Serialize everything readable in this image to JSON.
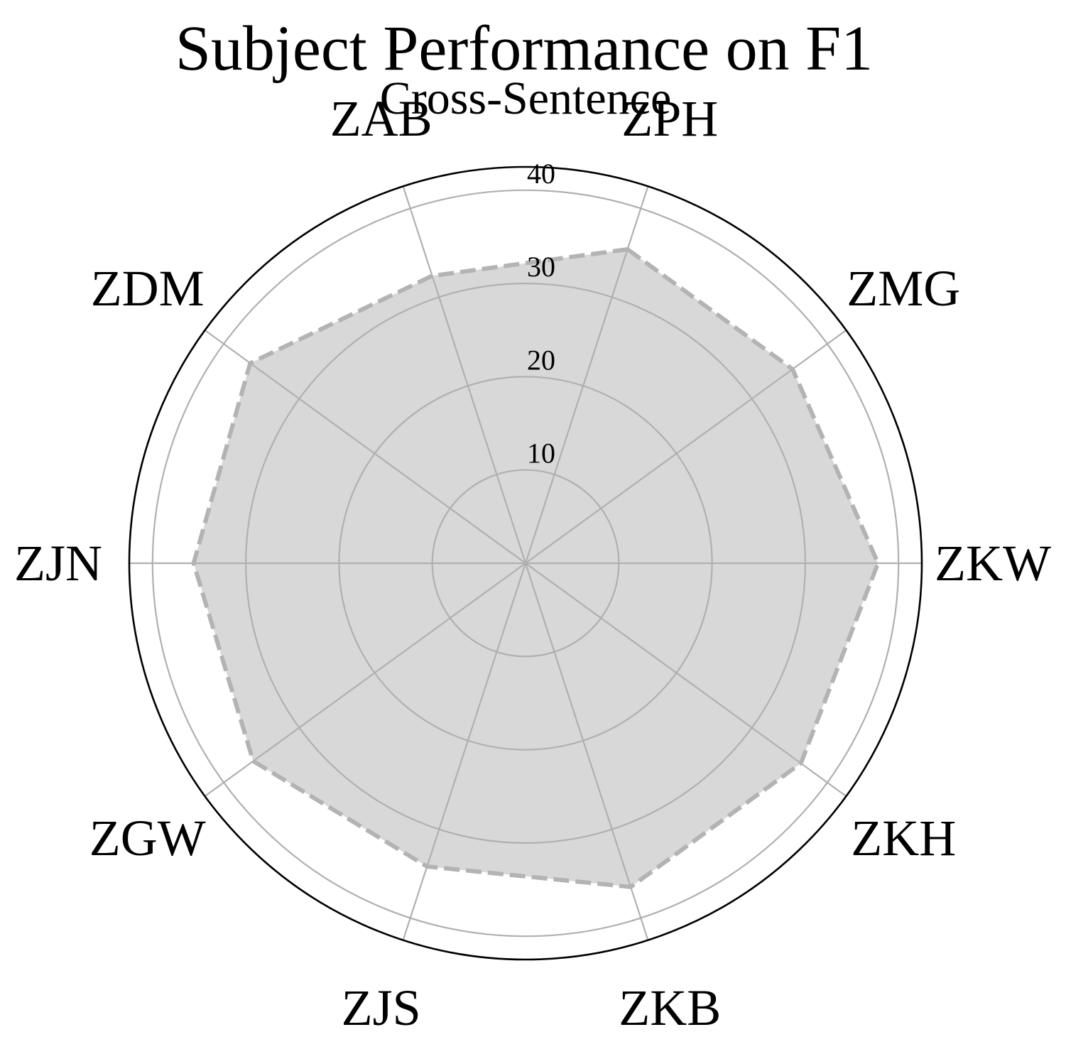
{
  "chart_data": {
    "type": "radar",
    "title": "Subject Performance on F1",
    "subtitle": "Cross-Sentence",
    "categories": [
      "ZPH",
      "ZMG",
      "ZKW",
      "ZKH",
      "ZKB",
      "ZJS",
      "ZGW",
      "ZJN",
      "ZDM",
      "ZAB"
    ],
    "series": [
      {
        "values": [
          35.4,
          35.4,
          37.8,
          36.5,
          36.5,
          34.2,
          36.1,
          35.6,
          36.5,
          32.4
        ]
      }
    ],
    "rlim": [
      0,
      42.5
    ],
    "rticks": [
      10,
      20,
      30,
      40
    ],
    "rtick_labels": [
      "10",
      "20",
      "30",
      "40"
    ],
    "start_angle_deg": 90,
    "direction": "clockwise",
    "grid": true,
    "colors": {
      "fill": "#d8d8d8",
      "series_line": "#b3b3b3",
      "grid": "#b0b0b0",
      "frame": "#000000"
    }
  }
}
